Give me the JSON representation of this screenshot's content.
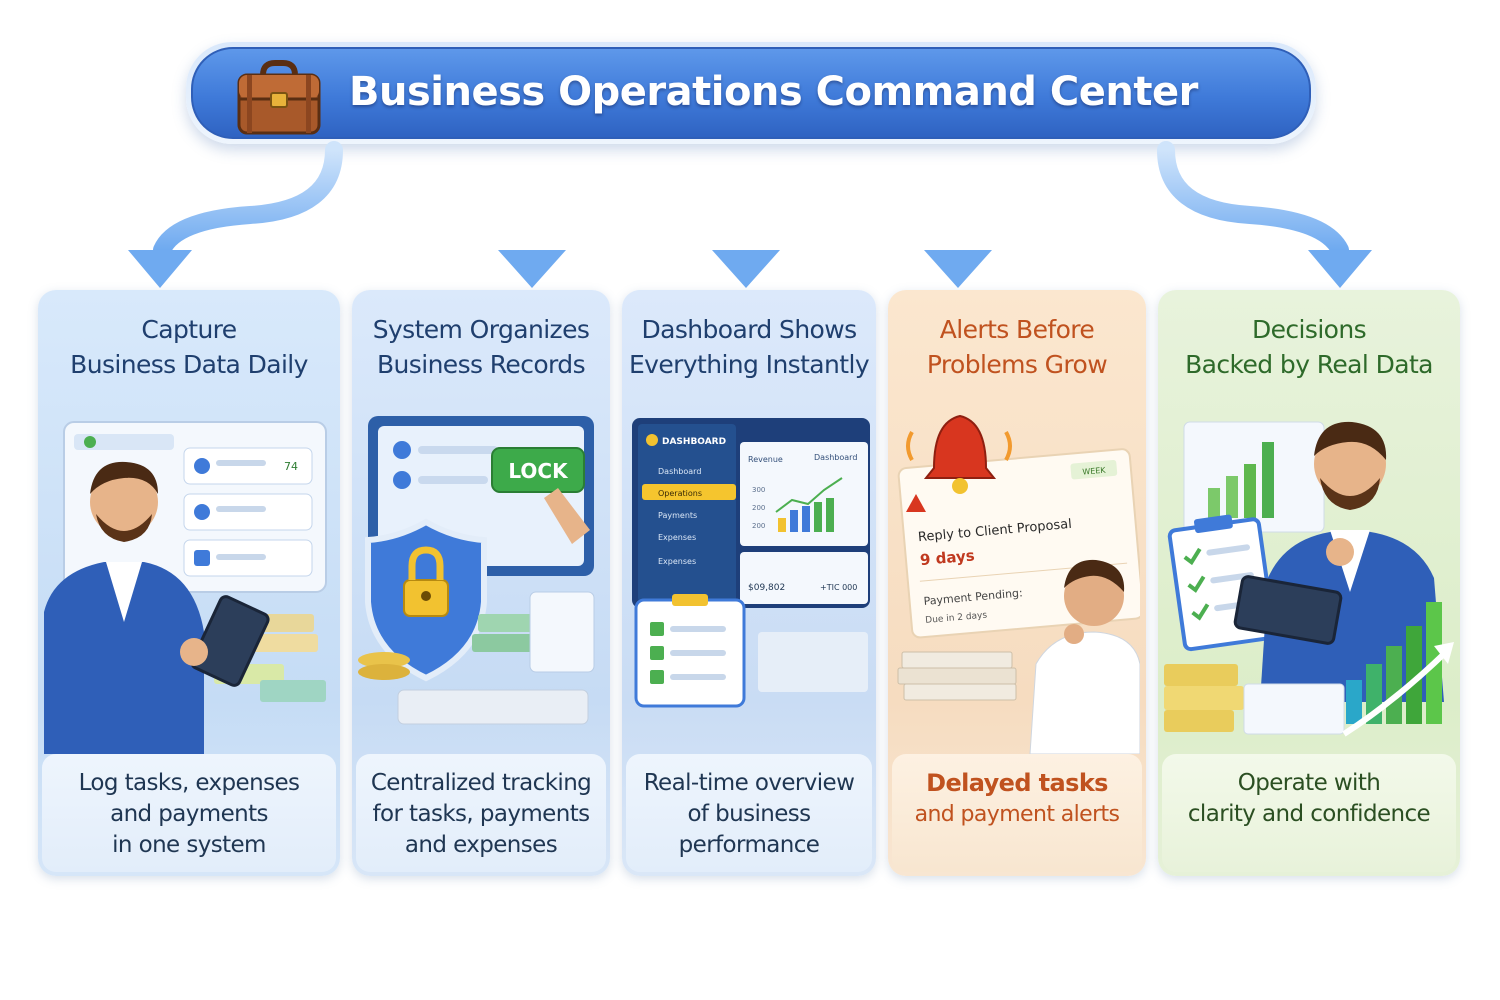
{
  "header": {
    "title": "Business Operations Command Center",
    "icon": "briefcase-icon"
  },
  "colors": {
    "header_blue": "#3f7ad9",
    "arrow_blue": "#7fb6f2",
    "title_navy": "#1f3f6e",
    "alert_orange": "#c0521f",
    "success_green": "#2e6a2a"
  },
  "cards": [
    {
      "title_line1": "Capture",
      "title_line2": "Business Data Daily",
      "caption": [
        "Log tasks, expenses",
        "and payments",
        "in one system"
      ],
      "art": {
        "values": [
          "74"
        ]
      }
    },
    {
      "title_line1": "System Organizes",
      "title_line2": "Business Records",
      "caption": [
        "Centralized tracking",
        "for tasks, payments",
        "and expenses"
      ],
      "art": {
        "button": "LOCK"
      }
    },
    {
      "title_line1": "Dashboard Shows",
      "title_line2": "Everything Instantly",
      "caption": [
        "Real-time overview",
        "of business",
        "performance"
      ],
      "art": {
        "sidebar_title": "DASHBOARD",
        "menu": [
          "Dashboard",
          "Operations",
          "Payments",
          "Expenses",
          "Expenses"
        ],
        "revenue_label": "Revenue",
        "dashboard_label": "Dashboard",
        "axis": [
          "300",
          "200",
          "200"
        ],
        "bottom_left": "$09,802",
        "bottom_right": "+TIC 000"
      }
    },
    {
      "title_line1": "Alerts Before",
      "title_line2": "Problems Grow",
      "caption": [
        "Delayed tasks",
        "and payment alerts"
      ],
      "art": {
        "notice": "Reply to Client Proposal",
        "days": "9 days",
        "badge": "WEEK",
        "payment": "Payment Pending:",
        "payment_suffix": "$:",
        "due": "Due in 2 days"
      }
    },
    {
      "title_line1": "Decisions",
      "title_line2": "Backed by Real Data",
      "caption": [
        "Operate with",
        "clarity and confidence"
      ]
    }
  ]
}
